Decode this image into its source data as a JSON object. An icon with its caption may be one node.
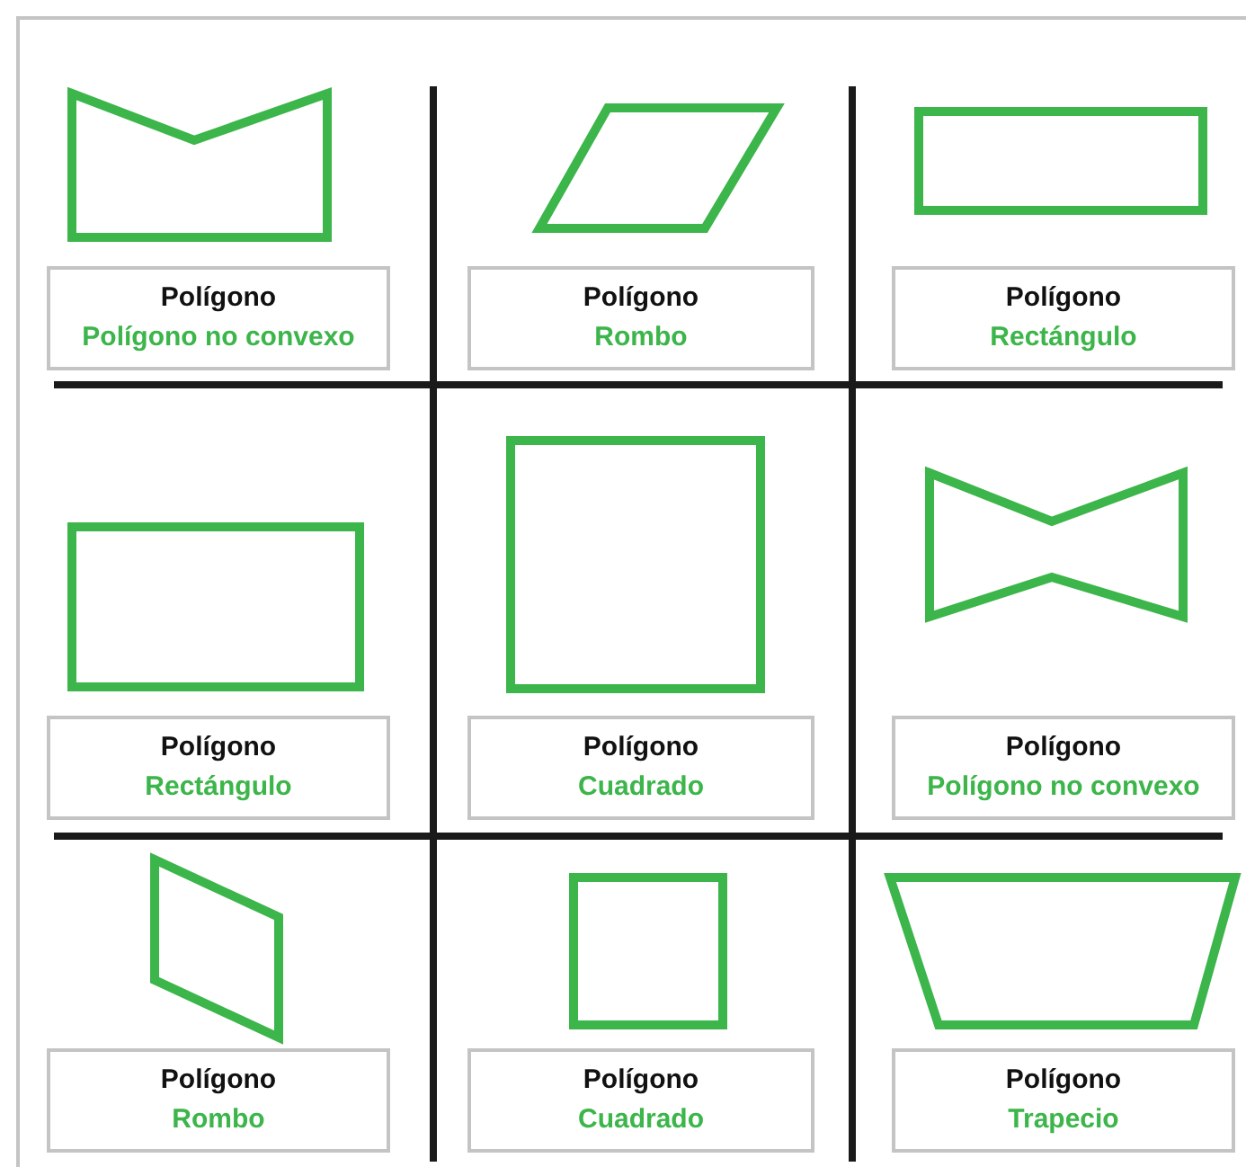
{
  "diagram": {
    "nodes": [
      {
        "text": [
          "Polígono",
          "Polígono no convexo"
        ]
      },
      {
        "text": [
          "Polígono",
          "Rombo"
        ]
      },
      {
        "text": [
          "Polígono",
          "Rectángulo"
        ]
      },
      {
        "text": [
          "Polígono",
          "Rectángulo"
        ]
      },
      {
        "text": [
          "Polígono",
          "Cuadrado"
        ]
      },
      {
        "text": [
          "Polígono",
          "Polígono no convexo"
        ]
      },
      {
        "text": [
          "Polígono",
          "Rombo"
        ]
      },
      {
        "text": [
          "Polígono",
          "Cuadrado"
        ]
      },
      {
        "text": [
          "Polígono",
          "Trapecio"
        ]
      }
    ]
  }
}
